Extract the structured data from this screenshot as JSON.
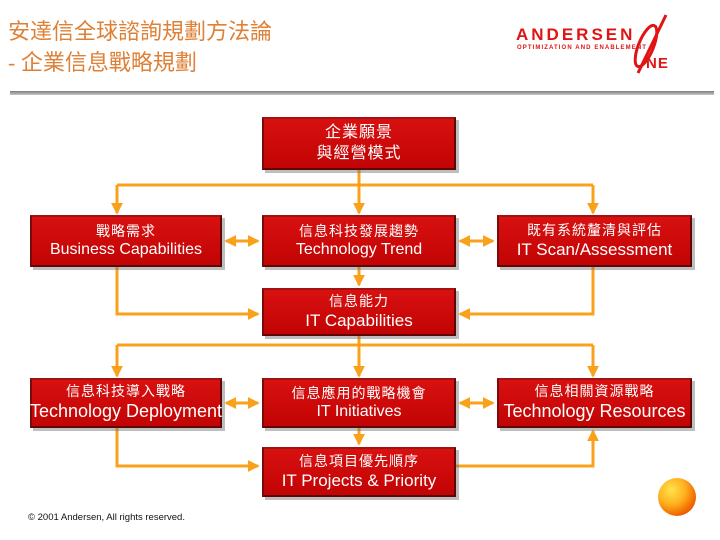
{
  "slide": {
    "title_line1": "安達信全球諮詢規劃方法論",
    "title_line2": "- 企業信息戰略規劃",
    "copyright": "© 2001 Andersen, All rights reserved."
  },
  "logo": {
    "wordmark": "ANDERSEN",
    "tagline": "OPTIMIZATION AND ENABLEMENT",
    "mark_text": "NE"
  },
  "colors": {
    "title_orange": "#de8036",
    "box_red": "#cc0606",
    "box_border_dark_red": "#5f0707",
    "arrow_orange": "#f9a11b",
    "logo_red": "#e01414",
    "divider_gray": "#7d7d7d"
  },
  "diagram": {
    "boxes": {
      "vision": {
        "line1": "企業願景",
        "line2": "與經營模式"
      },
      "business": {
        "line1": "戰略需求",
        "line2": "Business Capabilities"
      },
      "trend": {
        "line1": "信息科技發展趨勢",
        "line2": "Technology Trend"
      },
      "scan": {
        "line1": "既有系統釐清與評估",
        "line2": "IT Scan/Assessment"
      },
      "capabilities": {
        "line1": "信息能力",
        "line2": "IT Capabilities"
      },
      "deployment": {
        "line1": "信息科技導入戰略",
        "line2": "Technology Deployment"
      },
      "initiatives": {
        "line1": "信息應用的戰略機會",
        "line2": "IT Initiatives"
      },
      "resources": {
        "line1": "信息相關資源戰略",
        "line2": "Technology Resources"
      },
      "projects": {
        "line1": "信息項目優先順序",
        "line2": "IT Projects &amp; Priority"
      }
    }
  }
}
